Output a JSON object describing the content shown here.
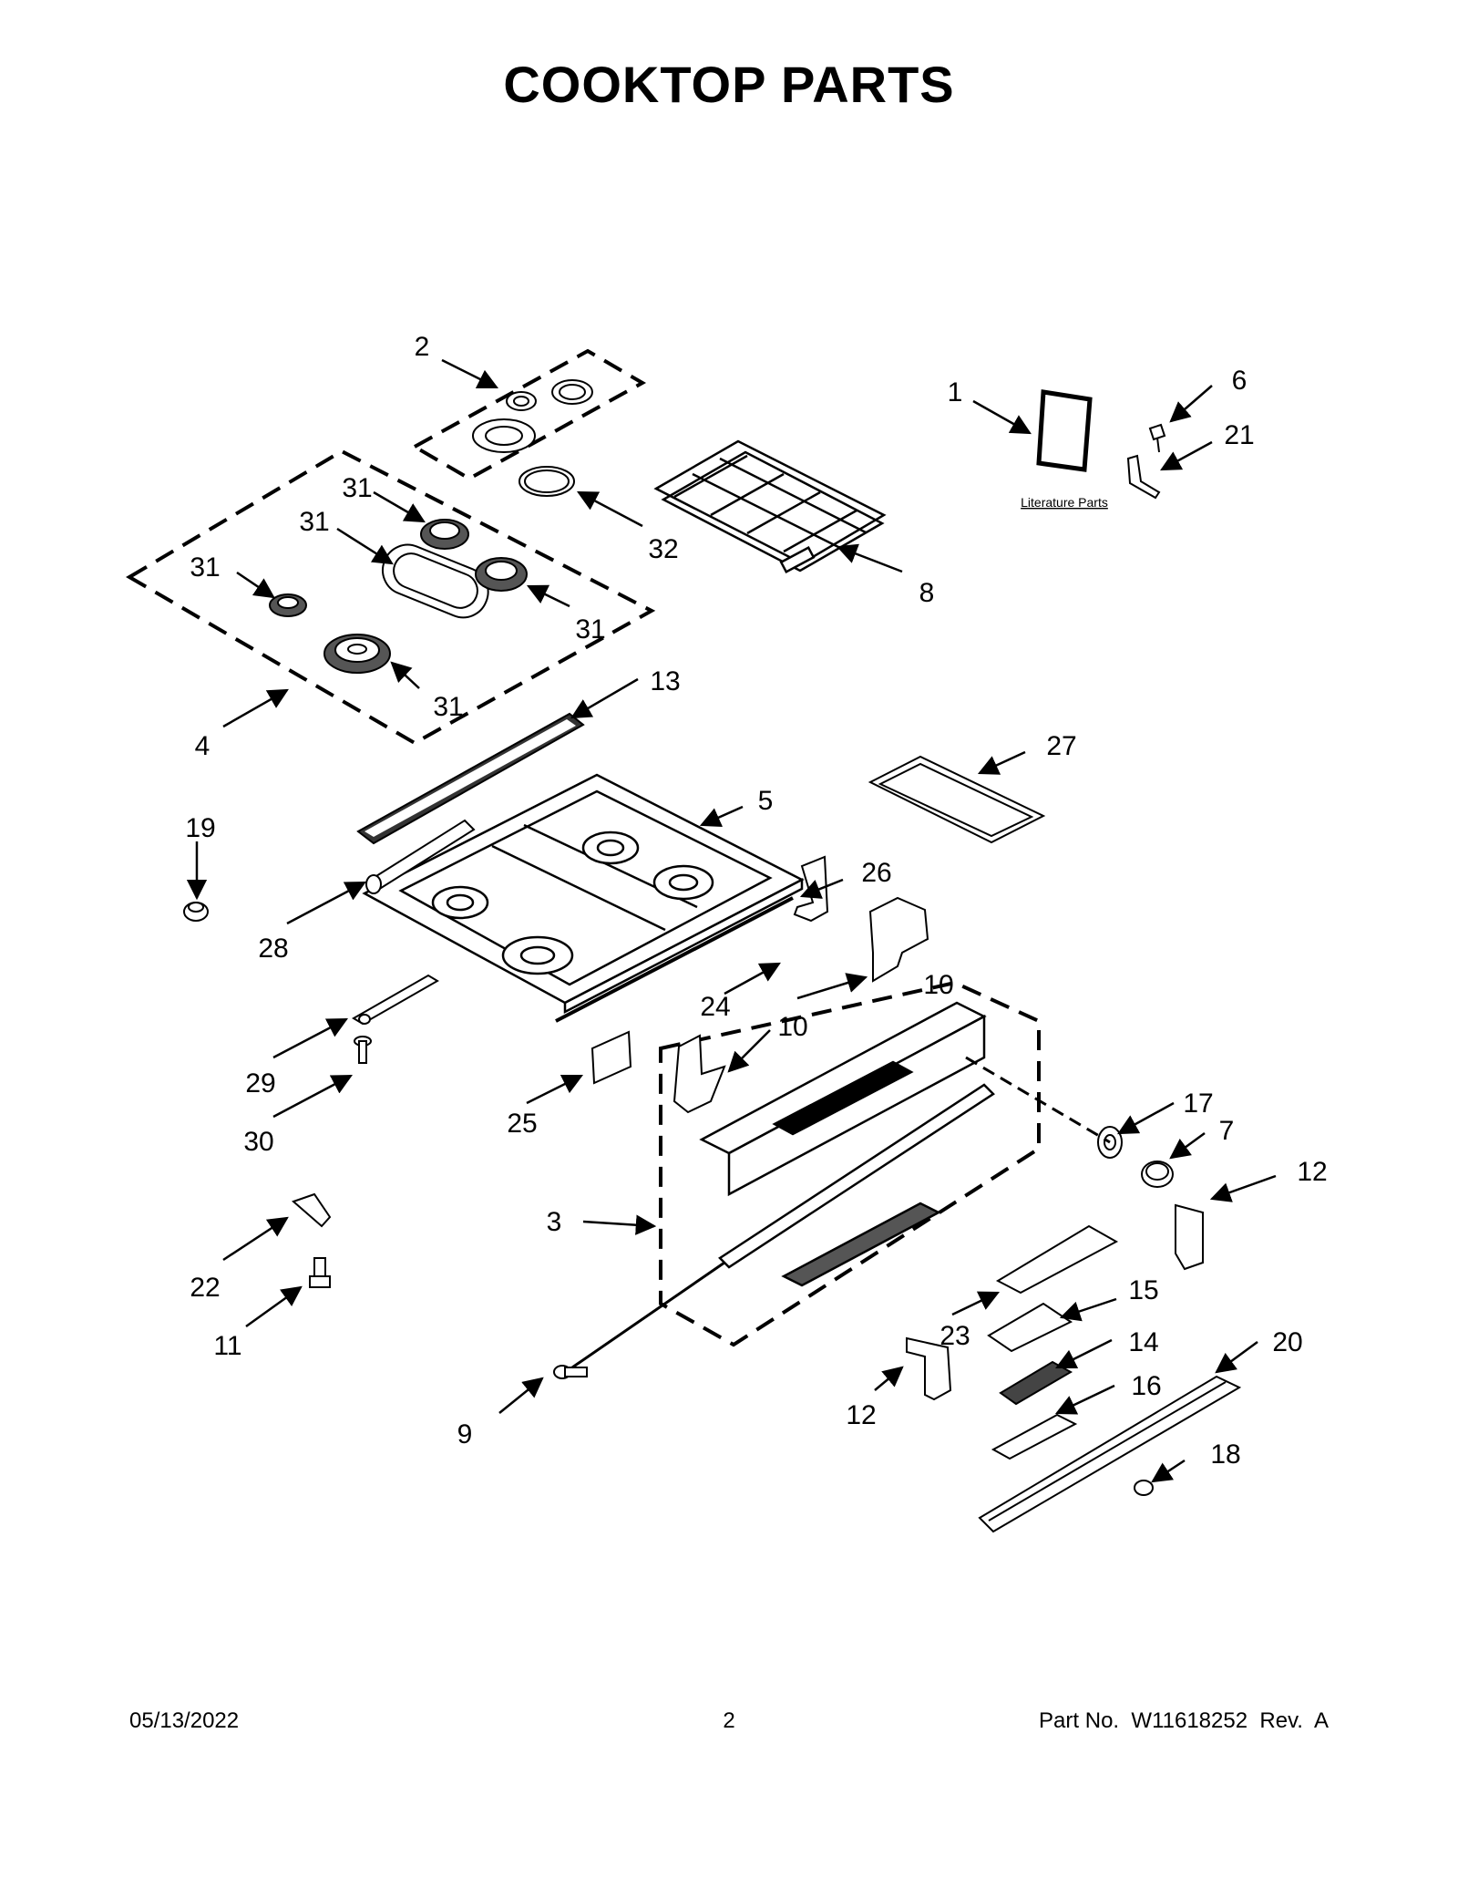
{
  "title": "COOKTOP PARTS",
  "literature_label": "Literature Parts",
  "callouts": {
    "c1": "1",
    "c2": "2",
    "c3": "3",
    "c4": "4",
    "c5": "5",
    "c6": "6",
    "c7": "7",
    "c8": "8",
    "c9": "9",
    "c10a": "10",
    "c10b": "10",
    "c11": "11",
    "c12a": "12",
    "c12b": "12",
    "c13": "13",
    "c14": "14",
    "c15": "15",
    "c16": "16",
    "c17": "17",
    "c18": "18",
    "c19": "19",
    "c20": "20",
    "c21": "21",
    "c22": "22",
    "c23": "23",
    "c24": "24",
    "c25": "25",
    "c26": "26",
    "c27": "27",
    "c28": "28",
    "c29": "29",
    "c30": "30",
    "c31a": "31",
    "c31b": "31",
    "c31c": "31",
    "c31d": "31",
    "c31e": "31",
    "c32": "32"
  },
  "footer": {
    "date": "05/13/2022",
    "page": "2",
    "part": "Part No.  W11618252  Rev.  A"
  }
}
